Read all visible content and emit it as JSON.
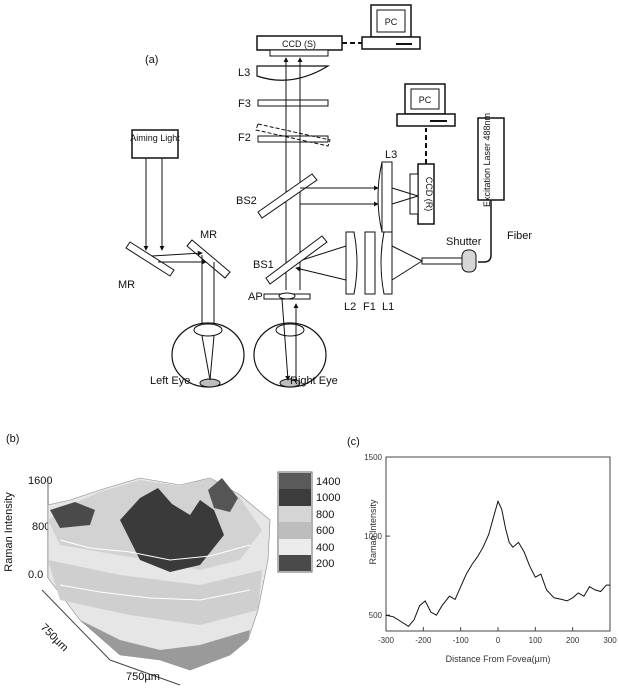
{
  "panel_a": {
    "label": "(a)",
    "pc_top": "PC",
    "ccd_s": "CCD (S)",
    "pc_right": "PC",
    "aiming_light": "Aiming Light",
    "l3_top": "L3",
    "f3": "F3",
    "f2": "F2",
    "l3_right": "L3",
    "ccd_r": "CCD (R)",
    "excitation_laser": "Excitation Laser 488nm",
    "bs2": "BS2",
    "bs1": "BS1",
    "mr_left": "MR",
    "mr_right": "MR",
    "ap": "AP",
    "l2": "L2",
    "f1": "F1",
    "l1": "L1",
    "shutter": "Shutter",
    "fiber": "Fiber",
    "left_eye": "Left Eye",
    "right_eye": "Right Eye"
  },
  "panel_b": {
    "label": "(b)",
    "ylabel": "Raman Intensity",
    "yticks": [
      "1600",
      "800",
      "0.0"
    ],
    "xlabel_depth": "750µm",
    "xlabel_width": "750µm",
    "legend": [
      {
        "label": "1400",
        "color": "#5a5a5a"
      },
      {
        "label": "1000",
        "color": "#3c3c3c"
      },
      {
        "label": "800",
        "color": "#d6d6d6"
      },
      {
        "label": "600",
        "color": "#bdbdbd"
      },
      {
        "label": "400",
        "color": "#ececec"
      },
      {
        "label": "200",
        "color": "#4a4a4a"
      }
    ]
  },
  "panel_c": {
    "label": "(c)",
    "chart_data": {
      "type": "line",
      "xlabel": "Distance From Fovea(µm)",
      "ylabel": "Raman Intensity",
      "xlim": [
        -300,
        300
      ],
      "ylim": [
        400,
        1500
      ],
      "xticks": [
        "-300",
        "-200",
        "-100",
        "0",
        "100",
        "200",
        "300"
      ],
      "yticks": [
        "500",
        "1000",
        "1500"
      ],
      "x": [
        -300,
        -280,
        -260,
        -240,
        -225,
        -210,
        -195,
        -180,
        -165,
        -150,
        -130,
        -115,
        -100,
        -85,
        -70,
        -55,
        -40,
        -25,
        -12,
        0,
        10,
        20,
        30,
        40,
        55,
        70,
        85,
        100,
        115,
        130,
        150,
        170,
        185,
        200,
        215,
        230,
        245,
        260,
        275,
        290,
        300
      ],
      "y": [
        500,
        490,
        460,
        430,
        470,
        560,
        590,
        520,
        500,
        560,
        620,
        600,
        680,
        760,
        820,
        870,
        930,
        1010,
        1120,
        1220,
        1170,
        1050,
        960,
        930,
        960,
        900,
        810,
        740,
        760,
        660,
        610,
        600,
        590,
        610,
        640,
        620,
        680,
        660,
        650,
        690,
        690
      ]
    }
  }
}
